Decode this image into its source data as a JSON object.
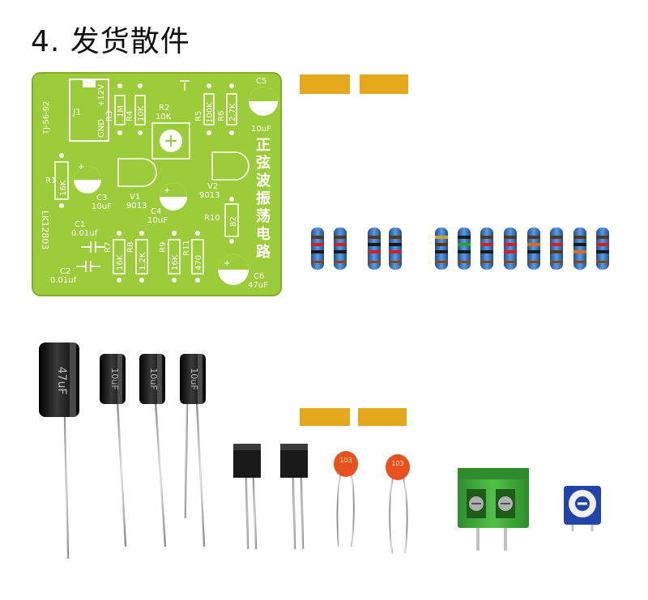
{
  "heading": "4. 发货散件",
  "pcb": {
    "title_chars": [
      "正",
      "弦",
      "波",
      "振",
      "荡",
      "电",
      "路"
    ],
    "model": "LK12803",
    "connector_id": "J1",
    "connector_code": "TJ-56-92",
    "pin_plus": "+12V",
    "pin_gnd": "GND",
    "labels": {
      "R1": "R1",
      "R1_val": "16K",
      "R2": "R2",
      "R2_val": "10K",
      "R3": "R3",
      "R3_val": "1M",
      "R4": "R4",
      "R4_val": "10K",
      "R5": "R5",
      "R5_val": "100K",
      "R6": "R6",
      "R6_val": "2.7K",
      "R7": "R7",
      "R7_val": "16K",
      "R8": "R8",
      "R8_val": "1.2K",
      "R9": "R9",
      "R9_val": "16K",
      "R10": "R10",
      "R10_val": "82",
      "R11": "R11",
      "R11_val": "470",
      "C1": "C1",
      "C1_val": "0.01uf",
      "C2": "C2",
      "C2_val": "0.01uf",
      "C3": "C3",
      "C3_val": "10uF",
      "C4": "C4",
      "C4_val": "10uF",
      "C5": "C5",
      "C5_val": "10uF",
      "C6": "C6",
      "C6_val": "47uF",
      "V1": "V1",
      "V1_val": "9013",
      "V2": "V2",
      "V2_val": "9013"
    }
  },
  "parts": {
    "big_cap_label": "47uF",
    "small_cap_label": "10uF",
    "ceramic_label": "103"
  },
  "colors": {
    "pcb_green": "#9ccc3a",
    "tape": "#e3a81c",
    "resistor_body": "#3a7cc8",
    "terminal": "#3ea63a",
    "cap_body": "#1c1c1c",
    "ceramic": "#e8501e"
  }
}
